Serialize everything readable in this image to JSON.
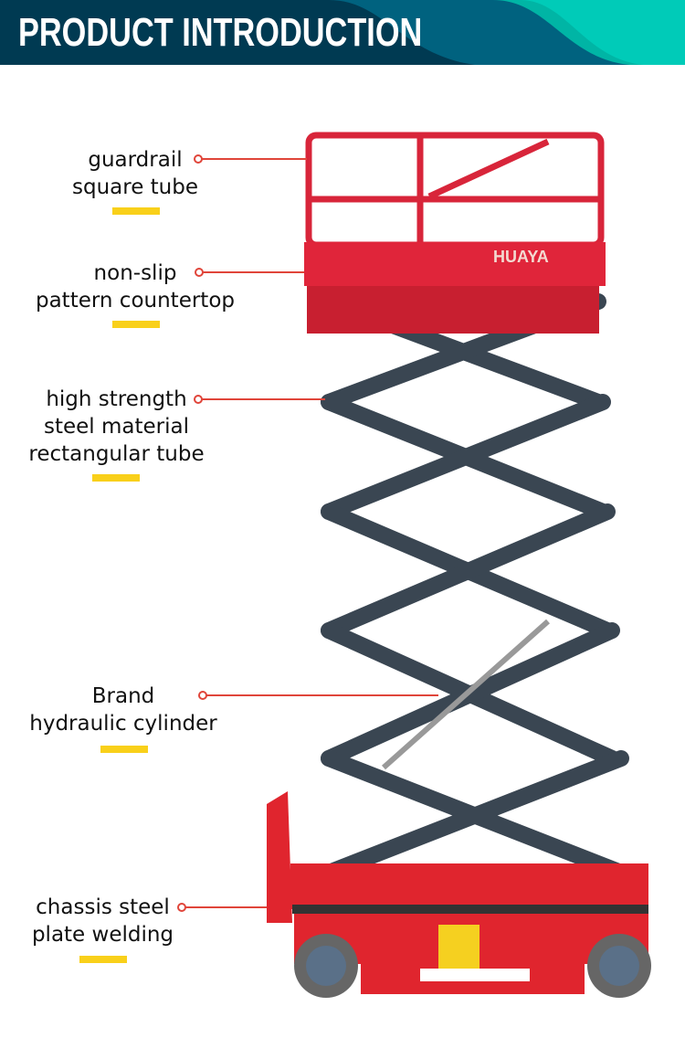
{
  "header": {
    "title": "PRODUCT INTRODUCTION"
  },
  "product": {
    "brand_logo": "HUAYA"
  },
  "callouts": [
    {
      "lines": [
        "guardrail",
        "square tube"
      ]
    },
    {
      "lines": [
        "non-slip",
        "pattern countertop"
      ]
    },
    {
      "lines": [
        "high strength",
        "steel material",
        "rectangular tube"
      ]
    },
    {
      "lines": [
        "Brand",
        "hydraulic cylinder"
      ]
    },
    {
      "lines": [
        "chassis steel",
        "plate welding"
      ]
    }
  ],
  "colors": {
    "header_dark": "#003a52",
    "header_mid": "#00627f",
    "header_teal": "#00cbb8",
    "accent_yellow": "#f9d01a",
    "callout_line": "#e0453a",
    "machine_red": "#e0252e",
    "scissor_gray": "#3a4652"
  }
}
